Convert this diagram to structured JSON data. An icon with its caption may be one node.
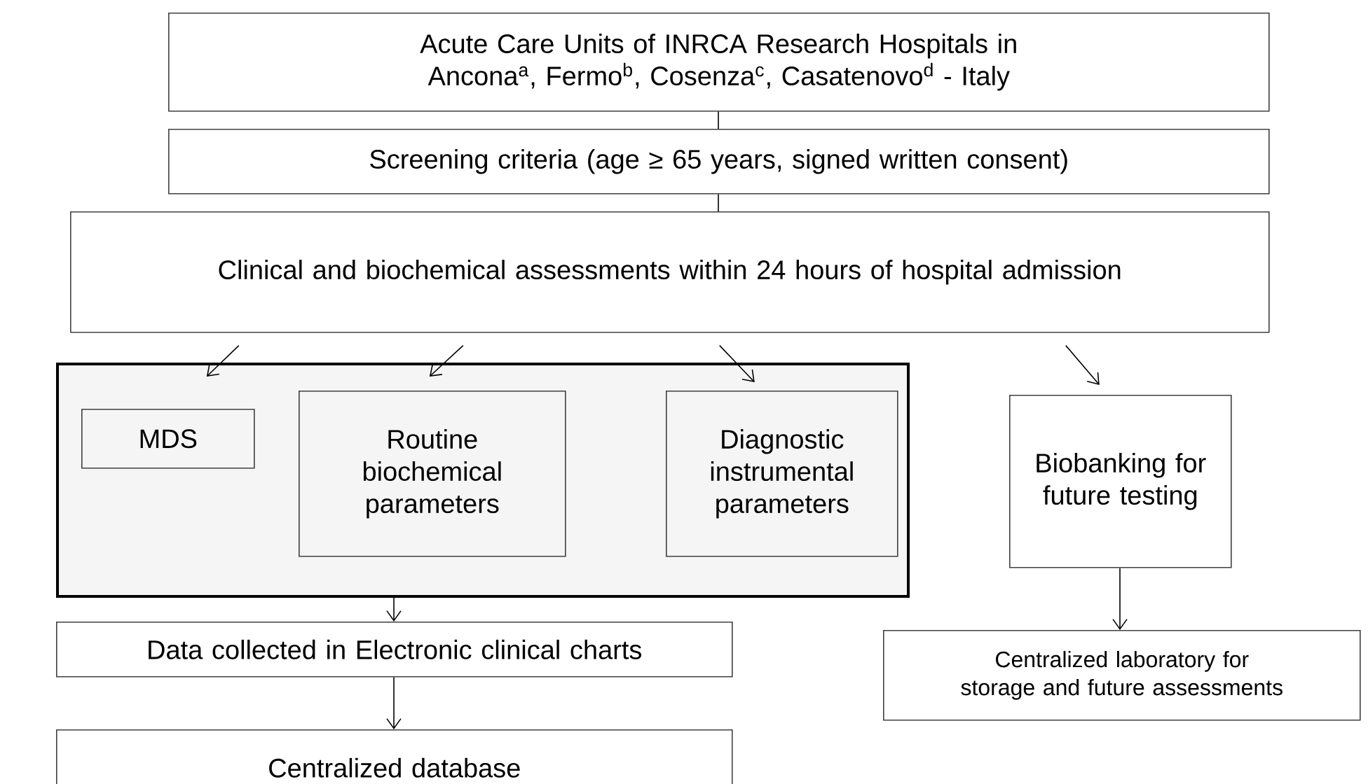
{
  "diagram": {
    "nodes": [
      {
        "text": [
          "Acute Care Units of INRCA Research Hospitals in Ancona$^{a}$, Fermo$^{b}$, Cosenza$^{c}$, Casatenovo$^{d}$ - Italy"
        ]
      },
      {
        "text": [
          "Screening criteria (age ≥ 65 years, signed written consent)"
        ]
      },
      {
        "text": [
          "Clinical and biochemical assessments within 24 hours of hospital admission"
        ]
      },
      {
        "text": [],
        "shape": "box"
      },
      {
        "text": [
          "MDS"
        ],
        "in": 3
      },
      {
        "text": [
          "Routine biochemical parameters"
        ],
        "in": 3
      },
      {
        "text": [
          "Diagnostic instrumental parameters"
        ],
        "in": 3
      },
      {
        "text": [
          "Biobanking for future testing"
        ]
      },
      {
        "text": [
          "Data collected in Electronic clinical charts"
        ]
      },
      {
        "text": [
          "Centralized database"
        ]
      },
      {
        "text": [
          "Centralized laboratory for storage and future assessments"
        ]
      }
    ],
    "edges": [
      {
        "from": 0,
        "to": 1,
        "arrow": "none"
      },
      {
        "from": 1,
        "to": 2,
        "arrow": "none"
      },
      {
        "from": 2,
        "to": 4,
        "arrow": "to"
      },
      {
        "from": 2,
        "to": 5,
        "arrow": "to"
      },
      {
        "from": 2,
        "to": 6,
        "arrow": "to"
      },
      {
        "from": 2,
        "to": 7,
        "arrow": "to"
      },
      {
        "from": 3,
        "to": 8,
        "arrow": "to"
      },
      {
        "from": 8,
        "to": 9,
        "arrow": "to"
      },
      {
        "from": 7,
        "to": 10,
        "arrow": "to"
      }
    ]
  }
}
